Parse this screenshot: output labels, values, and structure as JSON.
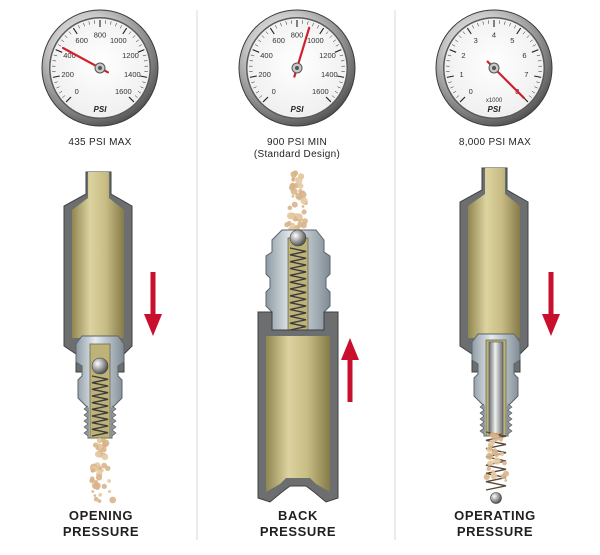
{
  "panels": [
    {
      "caption_lines": [
        "435 PSI MAX"
      ],
      "title_lines": [
        "OPENING",
        "PRESSURE"
      ],
      "gauge": {
        "ticks": [
          "0",
          "200",
          "400",
          "600",
          "800",
          "1000",
          "1200",
          "1400",
          "1600"
        ],
        "max": 1600,
        "needle_value": 435,
        "unit": "PSI",
        "multiplier": ""
      },
      "arrow_direction": "down"
    },
    {
      "caption_lines": [
        "900 PSI MIN",
        "(Standard Design)"
      ],
      "title_lines": [
        "BACK",
        "PRESSURE"
      ],
      "gauge": {
        "ticks": [
          "0",
          "200",
          "400",
          "600",
          "800",
          "1000",
          "1200",
          "1400",
          "1600"
        ],
        "max": 1600,
        "needle_value": 900,
        "unit": "PSI",
        "multiplier": ""
      },
      "arrow_direction": "up"
    },
    {
      "caption_lines": [
        "8,000 PSI MAX"
      ],
      "title_lines": [
        "OPERATING",
        "PRESSURE"
      ],
      "gauge": {
        "ticks": [
          "0",
          "1",
          "2",
          "3",
          "4",
          "5",
          "6",
          "7",
          "8"
        ],
        "max": 8,
        "needle_value": 8,
        "unit": "PSI",
        "multiplier": "x1000"
      },
      "arrow_direction": "down"
    }
  ],
  "colors": {
    "arrow": "#c8102e",
    "needle": "#d0202e",
    "body_fill": "#bdb278",
    "housing": "#6d6e70",
    "grease": "#d8b48a"
  }
}
